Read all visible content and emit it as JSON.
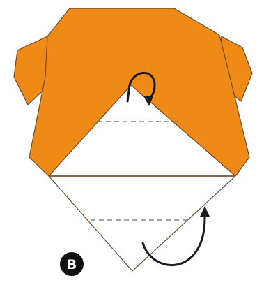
{
  "diagram": {
    "step_label": "B",
    "colors": {
      "paper_front": "#F08A16",
      "paper_back": "#FFFFFF",
      "outline": "#6B4A2A",
      "crease": "#888888",
      "arrow": "#1a1a1a",
      "badge": "#111111",
      "badge_text": "#FFFFFF"
    },
    "instructions": {
      "top_fold": "mountain-fold",
      "bottom_fold": "valley-fold-up"
    }
  }
}
